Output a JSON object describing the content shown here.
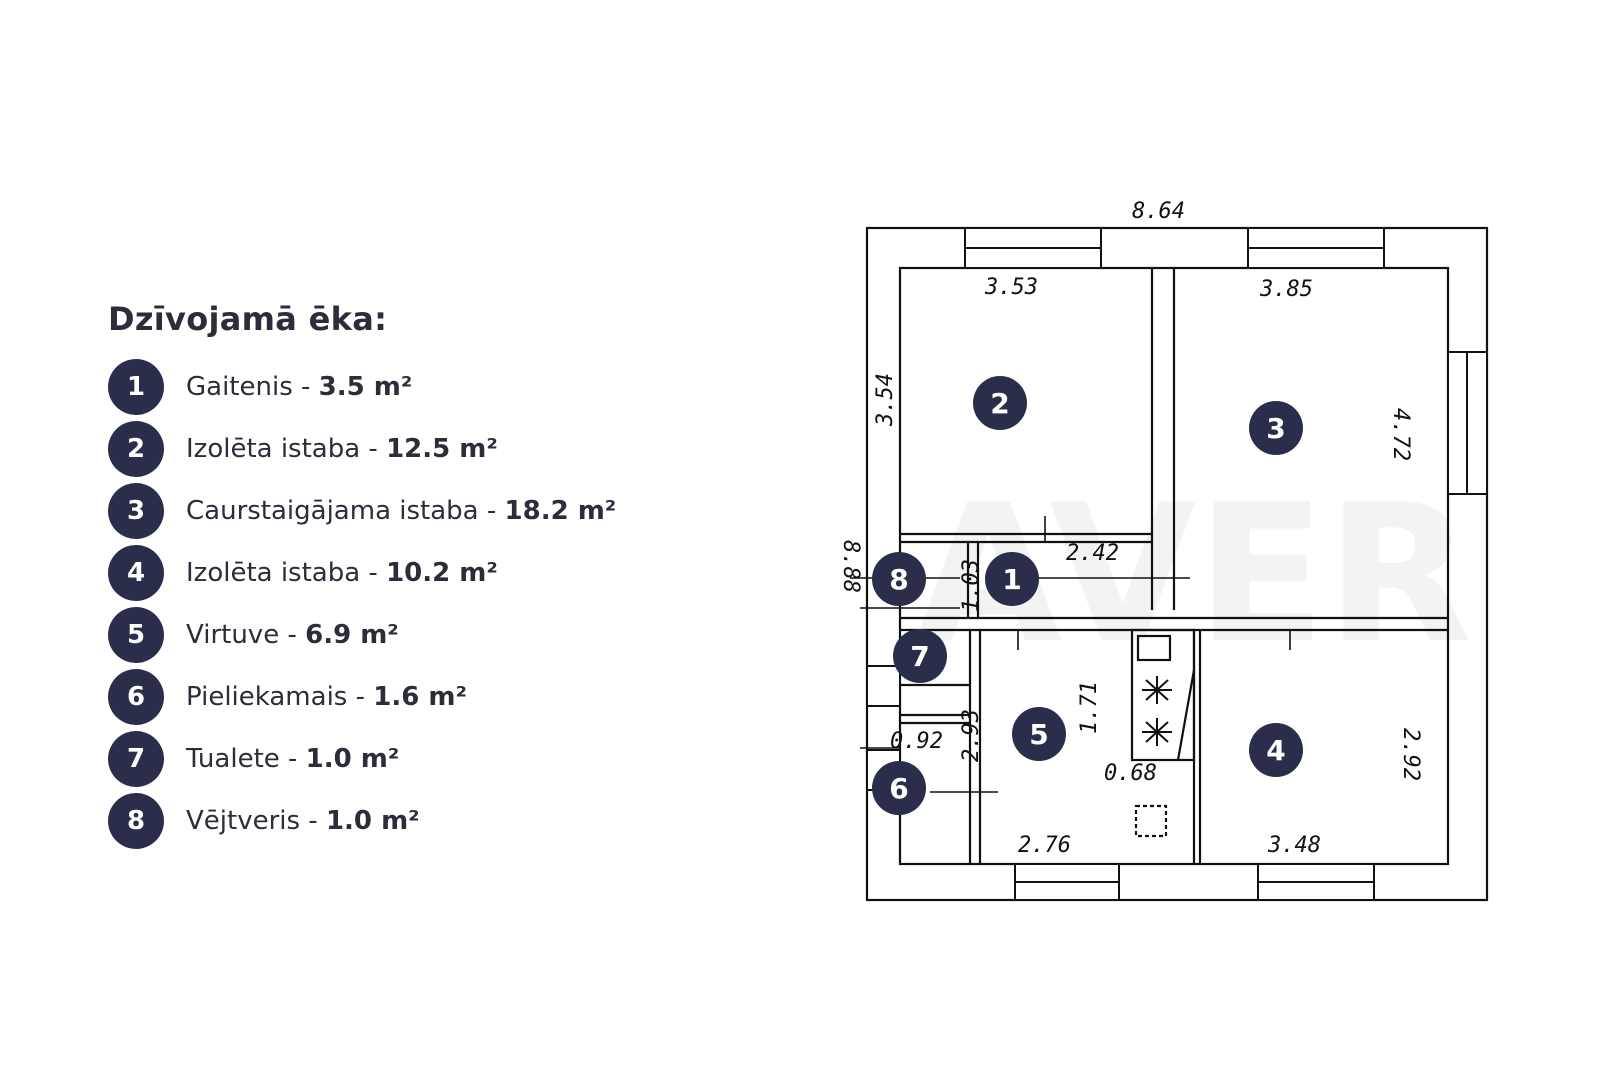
{
  "legend": {
    "title": "Dzīvojamā ēka:",
    "items": [
      {
        "num": "1",
        "name": "Gaitenis - ",
        "area": "3.5 m²"
      },
      {
        "num": "2",
        "name": "Izolēta istaba - ",
        "area": "12.5 m²"
      },
      {
        "num": "3",
        "name": "Caurstaigājama istaba - ",
        "area": "18.2 m²"
      },
      {
        "num": "4",
        "name": "Izolēta istaba - ",
        "area": "10.2 m²"
      },
      {
        "num": "5",
        "name": "Virtuve - ",
        "area": "6.9 m²"
      },
      {
        "num": "6",
        "name": "Pieliekamais - ",
        "area": "1.6 m²"
      },
      {
        "num": "7",
        "name": "Tualete - ",
        "area": "1.0 m²"
      },
      {
        "num": "8",
        "name": "Vējtveris - ",
        "area": "1.0 m²"
      }
    ]
  },
  "plan": {
    "watermark": "AVER",
    "dimensions": {
      "overall_width": "8.64",
      "overall_height": "8.88",
      "room2_width": "3.53",
      "room2_height": "3.54",
      "room3_width": "3.85",
      "room3_height": "4.72",
      "corridor_width": "2.42",
      "corridor_height": "1.03",
      "kitchen_width": "2.76",
      "kitchen_height": "2.93",
      "stove_length": "1.71",
      "stove_width": "0.68",
      "pantry_width": "0.92",
      "room4_width": "3.48",
      "room4_height": "2.92"
    },
    "markers": {
      "m1": "1",
      "m2": "2",
      "m3": "3",
      "m4": "4",
      "m5": "5",
      "m6": "6",
      "m7": "7",
      "m8": "8"
    },
    "colors": {
      "marker": "#2b2e4a",
      "line": "#111111"
    }
  }
}
